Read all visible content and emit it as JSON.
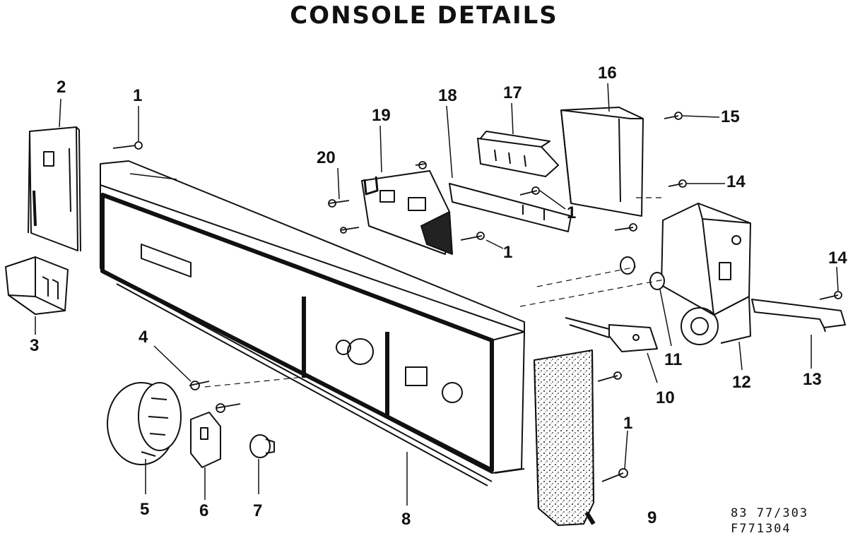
{
  "title": "CONSOLE DETAILS",
  "callouts": [
    {
      "id": "c2a",
      "text": "2"
    },
    {
      "id": "c1a",
      "text": "1"
    },
    {
      "id": "c19",
      "text": "19"
    },
    {
      "id": "c18",
      "text": "18"
    },
    {
      "id": "c17",
      "text": "17"
    },
    {
      "id": "c16",
      "text": "16"
    },
    {
      "id": "c15",
      "text": "15"
    },
    {
      "id": "c20",
      "text": "20"
    },
    {
      "id": "c14a",
      "text": "14"
    },
    {
      "id": "c1b",
      "text": "1"
    },
    {
      "id": "c1c",
      "text": "1"
    },
    {
      "id": "c14b",
      "text": "14"
    },
    {
      "id": "c3",
      "text": "3"
    },
    {
      "id": "c4",
      "text": "4"
    },
    {
      "id": "c11",
      "text": "11"
    },
    {
      "id": "c12",
      "text": "12"
    },
    {
      "id": "c13",
      "text": "13"
    },
    {
      "id": "c10",
      "text": "10"
    },
    {
      "id": "c1d",
      "text": "1"
    },
    {
      "id": "c5",
      "text": "5"
    },
    {
      "id": "c6",
      "text": "6"
    },
    {
      "id": "c7",
      "text": "7"
    },
    {
      "id": "c8",
      "text": "8"
    },
    {
      "id": "c9",
      "text": "9"
    }
  ],
  "codes": {
    "line1": "83  77/303",
    "line2": "F771304"
  }
}
